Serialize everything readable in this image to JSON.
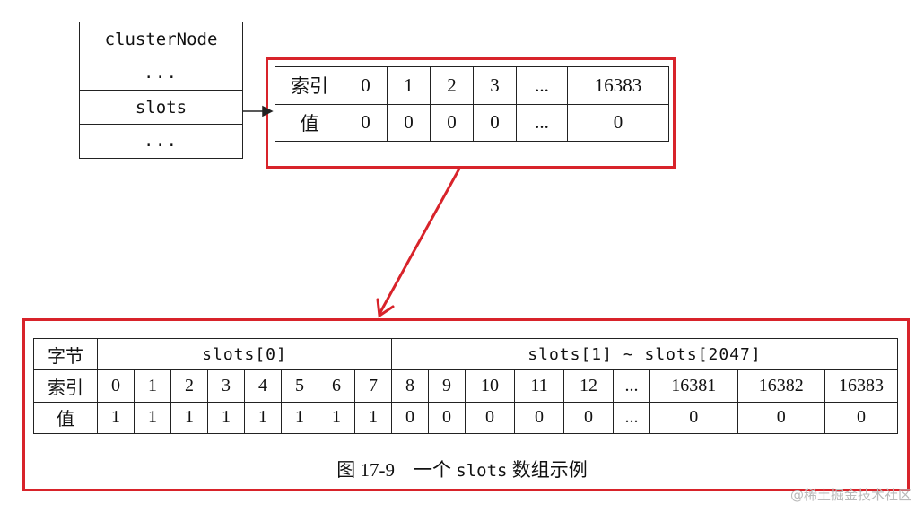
{
  "cluster_node": {
    "rows": [
      "clusterNode",
      "...",
      "slots",
      "..."
    ]
  },
  "top_table": {
    "index_label": "索引",
    "value_label": "值",
    "indices": [
      "0",
      "1",
      "2",
      "3",
      "...",
      "16383"
    ],
    "values": [
      "0",
      "0",
      "0",
      "0",
      "...",
      "0"
    ]
  },
  "bottom_table": {
    "byte_label": "字节",
    "slot0_label": "slots[0]",
    "slot_rest_label": "slots[1] ~ slots[2047]",
    "index_label": "索引",
    "value_label": "值",
    "indices": [
      "0",
      "1",
      "2",
      "3",
      "4",
      "5",
      "6",
      "7",
      "8",
      "9",
      "10",
      "11",
      "12",
      "...",
      "16381",
      "16382",
      "16383"
    ],
    "values": [
      "1",
      "1",
      "1",
      "1",
      "1",
      "1",
      "1",
      "1",
      "0",
      "0",
      "0",
      "0",
      "0",
      "...",
      "0",
      "0",
      "0"
    ]
  },
  "caption": {
    "figure_no": "图 17-9",
    "prefix": "一个",
    "code": "slots",
    "suffix": "数组示例"
  },
  "watermark": "@稀土掘金技术社区",
  "colors": {
    "highlight": "#d8232a",
    "line": "#222222"
  }
}
